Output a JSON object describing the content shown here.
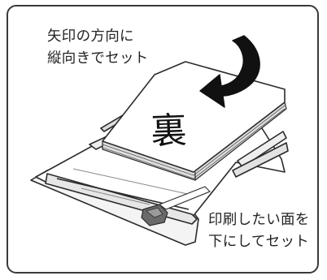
{
  "instructions": {
    "top": {
      "line1": "矢印の方向に",
      "line2": "縦向きでセット"
    },
    "bottom": {
      "line1": "印刷したい面を",
      "line2": "下にしてセット"
    }
  },
  "paper": {
    "side_label": "裏"
  },
  "icons": {
    "arrow": "curved-arrow-icon",
    "tray": "paper-tray",
    "guide": "paper-guide-icon"
  },
  "colors": {
    "outline": "#2b2b2b",
    "tray_fill": "#ffffff",
    "shadow": "#d4d4d4",
    "guide": "#6a6a6a",
    "arrow": "#111111"
  }
}
